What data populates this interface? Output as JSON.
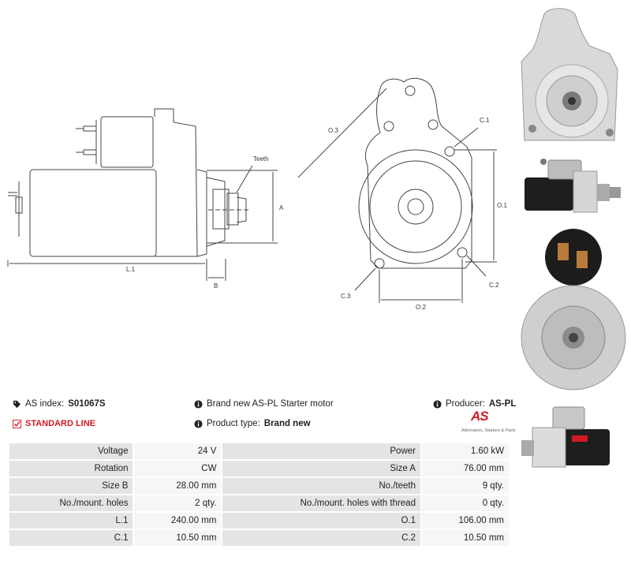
{
  "drawing": {
    "label_teeth": "Teeth",
    "label_a": "A",
    "label_b": "B",
    "label_l1": "L.1",
    "label_o3": "O.3",
    "label_c1": "C.1",
    "label_o1": "O.1",
    "label_c2": "C.2",
    "label_c3": "C.3",
    "label_o2": "O.2"
  },
  "info": {
    "as_index_label": "AS index:",
    "as_index_value": "S01067S",
    "standard_line": "STANDARD LINE",
    "description": "Brand new AS-PL Starter motor",
    "product_type_label": "Product type:",
    "product_type_value": "Brand new",
    "producer_label": "Producer:",
    "producer_value": "AS-PL"
  },
  "logo": {
    "mark": "AS",
    "tagline": "Alternators, Starters & Parts"
  },
  "colors": {
    "accent": "#d01b25",
    "drawing_line": "#444444"
  },
  "specs": [
    {
      "l1": "Voltage",
      "v1": "24 V",
      "l2": "Power",
      "v2": "1.60 kW"
    },
    {
      "l1": "Rotation",
      "v1": "CW",
      "l2": "Size A",
      "v2": "76.00 mm"
    },
    {
      "l1": "Size B",
      "v1": "28.00 mm",
      "l2": "No./teeth",
      "v2": "9 qty."
    },
    {
      "l1": "No./mount. holes",
      "v1": "2 qty.",
      "l2": "No./mount. holes with thread",
      "v2": "0 qty."
    },
    {
      "l1": "L.1",
      "v1": "240.00 mm",
      "l2": "O.1",
      "v2": "106.00 mm"
    },
    {
      "l1": "C.1",
      "v1": "10.50 mm",
      "l2": "C.2",
      "v2": "10.50 mm"
    }
  ]
}
